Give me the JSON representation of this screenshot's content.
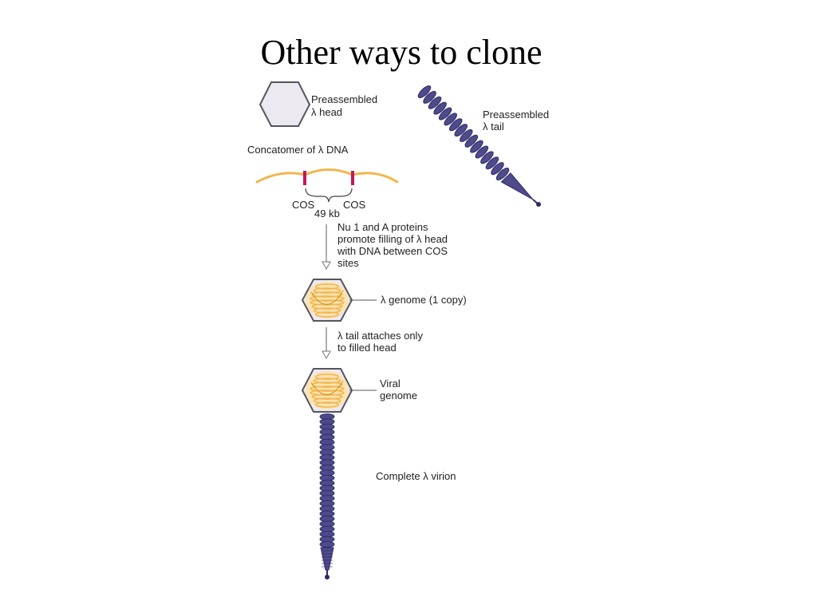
{
  "slide": {
    "title": "Other ways to clone"
  },
  "labels": {
    "head_line1": "Preassembled",
    "head_line2": "λ head",
    "tail_line1": "Preassembled",
    "tail_line2": "λ tail",
    "concatomer": "Concatomer of λ DNA",
    "cos_left": "COS",
    "cos_right": "COS",
    "kb": "49 kb",
    "step1_line1": "Nu 1 and A proteins",
    "step1_line2": "promote filling of λ head",
    "step1_line3": "with DNA between COS",
    "step1_line4": "sites",
    "genome_copy": "λ genome (1 copy)",
    "step2_line1": "λ tail attaches only",
    "step2_line2": "to filled head",
    "viral_line1": "Viral",
    "viral_line2": "genome",
    "virion": "Complete λ virion"
  },
  "colors": {
    "head_fill": "#ece9f1",
    "head_stroke": "#55555f",
    "dna": "#f2b64d",
    "dna_dark": "#d98f1a",
    "cos_mark": "#c2185b",
    "tail": "#4f4a8c",
    "tail_dark": "#2f2b63",
    "arrow": "#777777"
  },
  "icons": {
    "empty_head": "hexagon-head-icon",
    "tail": "phage-tail-icon",
    "filled_head": "filled-head-icon"
  }
}
